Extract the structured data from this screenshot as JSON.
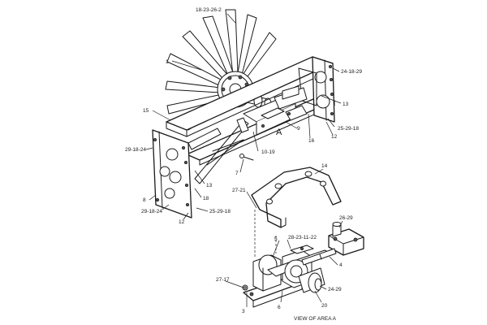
{
  "labels": {
    "fan_kit": "18-23-26-2",
    "fan": "1",
    "bracket_right_bolt": "24-18-29",
    "p13_right": "13",
    "p15": "15",
    "area_a": "A",
    "p9": "9",
    "p16": "16",
    "bolt_25_29_18_right": "25-29-18",
    "p12_right": "12",
    "bolt_29_18_24_left": "29-18-24",
    "p10_19": "10-19",
    "p7": "7",
    "p13_left": "13",
    "p14": "14",
    "p27_21": "27-21",
    "p18": "18",
    "p8": "8",
    "bolt_29_18_24_bottom": "29-18-24",
    "bolt_25_29_18_left": "25-29-18",
    "p12_left": "12",
    "p26_29": "26-29",
    "p5": "5",
    "p28_23_11_22": "28-23-11-22",
    "p4": "4",
    "p27_17": "27-17",
    "p24_29": "24-29",
    "p6": "6",
    "p20": "20",
    "p3": "3",
    "view_caption": "VIEW OF AREA A"
  }
}
